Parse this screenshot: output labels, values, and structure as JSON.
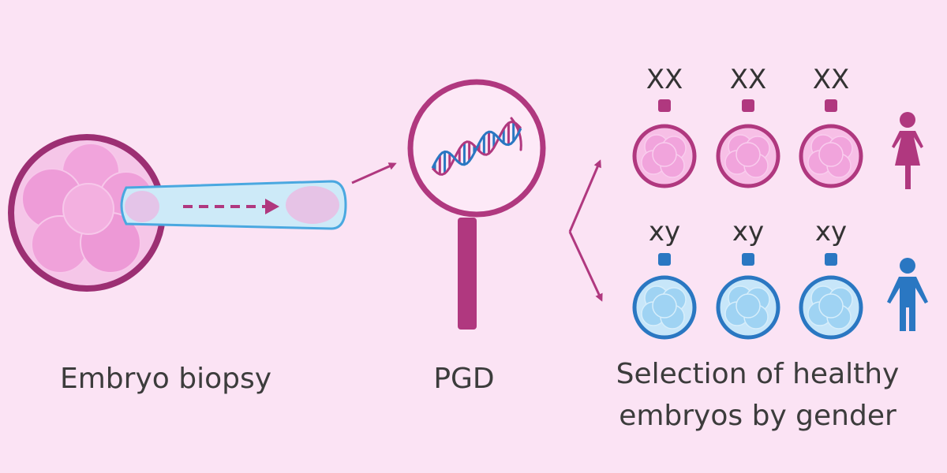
{
  "colors": {
    "background": "#fbe3f4",
    "magenta": "#b0387f",
    "pink_cell": "#f1a4dc",
    "blue": "#2a77c2",
    "blue_cell": "#9fd3f3",
    "pipette": "#cdeaf8",
    "text": "#3c3c3c"
  },
  "captions": {
    "embryo_biopsy": "Embryo biopsy",
    "pgd": "PGD",
    "selection": "Selection of healthy embryos by gender"
  },
  "female_row": {
    "chromosome_label": "XX",
    "count": 3,
    "icon": "female-person-icon"
  },
  "male_row": {
    "chromosome_label": "xy",
    "count": 3,
    "icon": "male-person-icon"
  },
  "icons": [
    "embryo-biopsy-icon",
    "pipette-icon",
    "magnifying-glass-icon",
    "dna-helix-icon",
    "arrow-icon"
  ]
}
